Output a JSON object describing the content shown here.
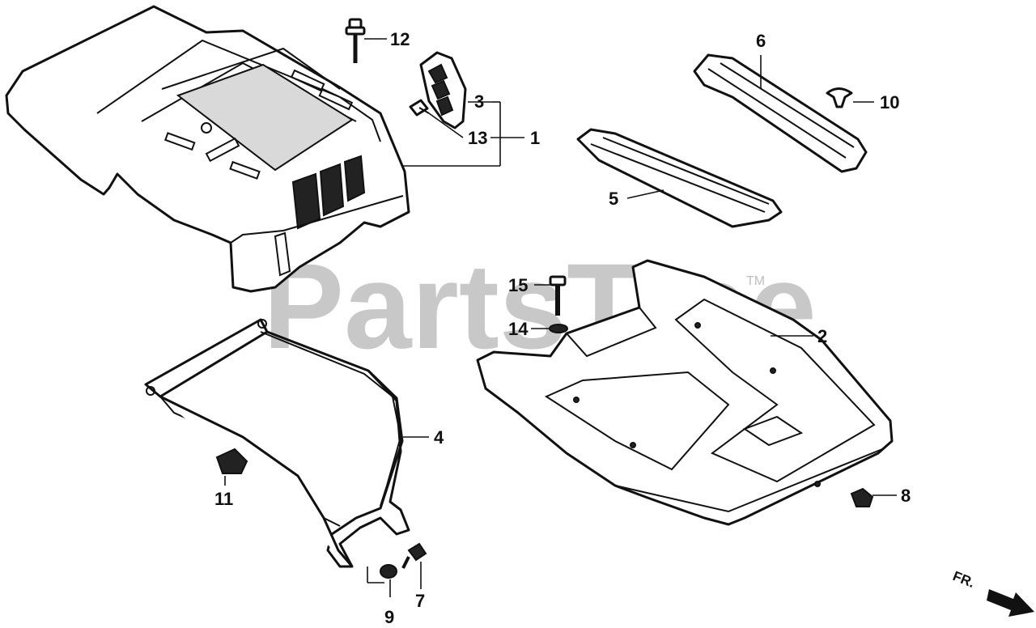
{
  "watermark": {
    "text": "PartsTree",
    "trademark": "TM"
  },
  "direction": {
    "label": "FR."
  },
  "callouts": {
    "c1": "1",
    "c2": "2",
    "c3": "3",
    "c4": "4",
    "c5": "5",
    "c6": "6",
    "c7": "7",
    "c8": "8",
    "c9": "9",
    "c10": "10",
    "c11": "11",
    "c12": "12",
    "c13": "13",
    "c14": "14",
    "c15": "15"
  }
}
